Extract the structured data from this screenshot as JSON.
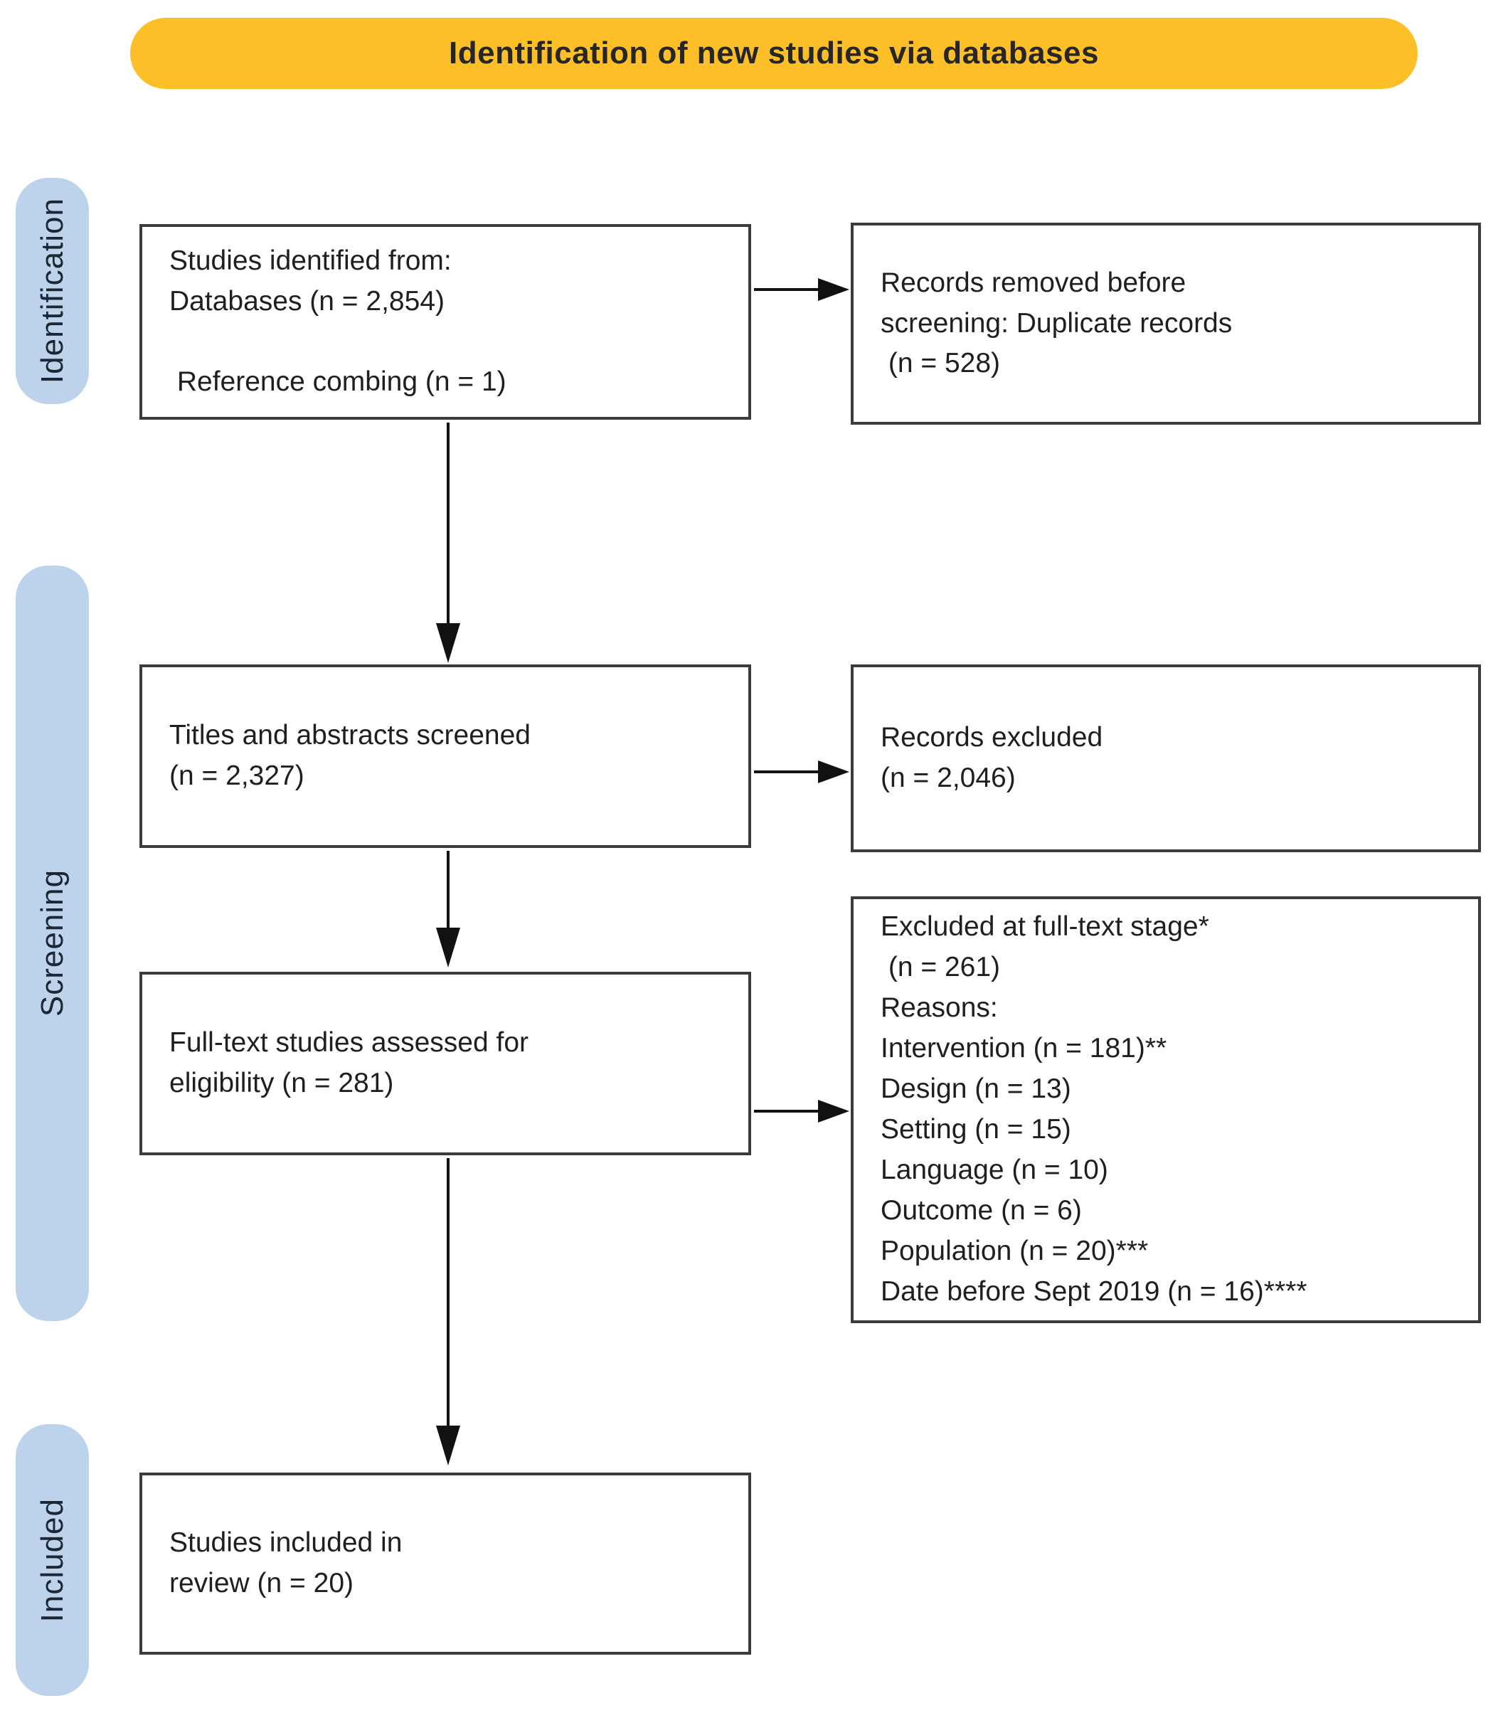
{
  "palette": {
    "banner_bg": "#FCBF27",
    "stage_pill_bg": "#BDD3EB",
    "box_border": "#3B3B3B",
    "arrow_color": "#111111",
    "text_color": "#1F1F1F",
    "page_bg": "#FFFFFF"
  },
  "banner": {
    "title": "Identification of new studies via databases"
  },
  "stages": [
    {
      "id": "identification",
      "label": "Identification"
    },
    {
      "id": "screening",
      "label": "Screening"
    },
    {
      "id": "included",
      "label": "Included"
    }
  ],
  "boxes": {
    "identified": {
      "text": "Studies identified from:\nDatabases (n = 2,854)\n\n Reference combing (n = 1)"
    },
    "removed_before_screening": {
      "text": "Records removed before\nscreening: Duplicate records\n (n = 528)"
    },
    "titles_abstracts_screened": {
      "text": "Titles and abstracts screened\n(n = 2,327)"
    },
    "records_excluded": {
      "text": "Records excluded\n(n = 2,046)"
    },
    "fulltext_assessed": {
      "text": "Full-text studies assessed for\neligibility (n = 281)"
    },
    "fulltext_excluded": {
      "text": "Excluded at full-text stage*\n (n = 261)\nReasons:\nIntervention (n = 181)**\nDesign (n = 13)\nSetting (n = 15)\nLanguage (n = 10)\nOutcome (n = 6)\nPopulation (n = 20)***\nDate before Sept 2019 (n = 16)****"
    },
    "included_in_review": {
      "text": "Studies included in\nreview (n = 20)"
    }
  }
}
